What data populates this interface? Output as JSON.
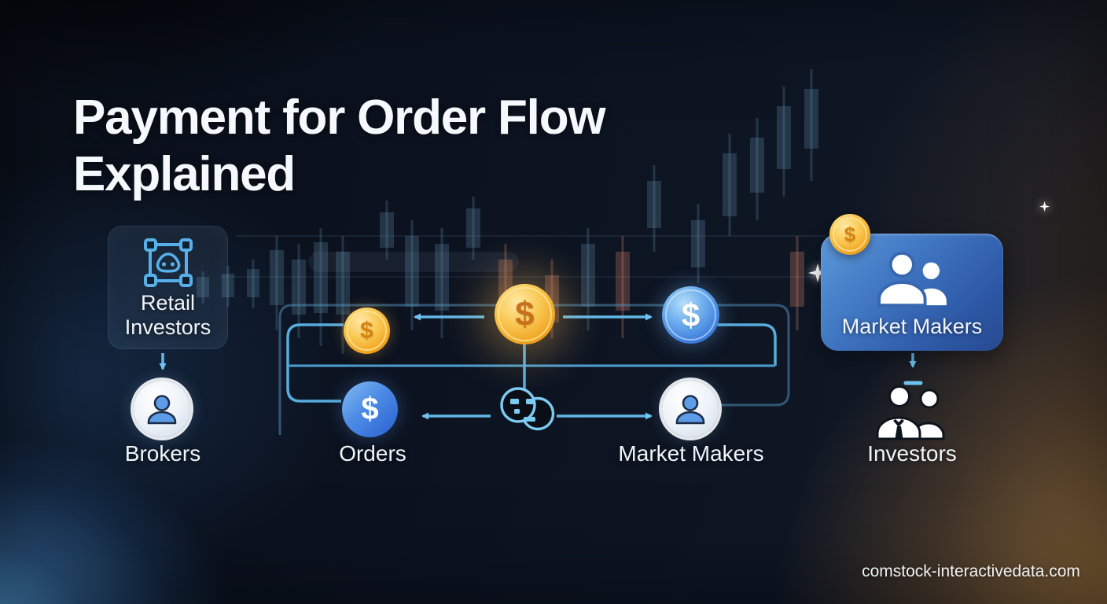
{
  "title": "Payment for Order Flow Explained",
  "footer": {
    "website": "comstock-interactivedata.com"
  },
  "diagram": {
    "retail_investors": {
      "label": "Retail Investors"
    },
    "brokers": {
      "label": "Brokers"
    },
    "orders": {
      "label": "Orders",
      "symbol": "$"
    },
    "market_makers_node": {
      "label": "Market Makers"
    },
    "market_makers_box": {
      "label": "Market Makers"
    },
    "investors": {
      "label": "Investors"
    },
    "coins": {
      "payment_small": {
        "symbol": "$"
      },
      "payment_large": {
        "symbol": "$"
      },
      "payment_blue": {
        "symbol": "$"
      },
      "box_corner": {
        "symbol": "$"
      }
    }
  },
  "colors": {
    "background_navy": "#0c1320",
    "accent_line_blue": "#5fb3e8",
    "coin_gold": "#f2b33c",
    "node_blue": "#3c7bd9",
    "box_blue": "#3a6cb8",
    "warm_glow": "#b98540",
    "text": "#f3f7fb"
  }
}
